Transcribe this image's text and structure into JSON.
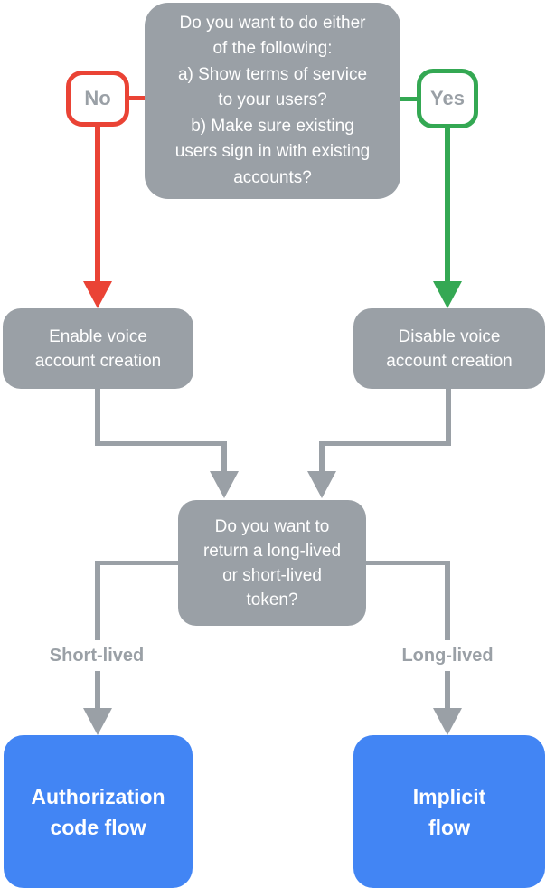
{
  "colors": {
    "node_gray": "#9AA0A6",
    "branch_no_red": "#EA4335",
    "branch_yes_green": "#34A853",
    "result_blue": "#4285F4",
    "text_on_node": "#FFFFFF",
    "badge_text_gray": "#9AA0A6",
    "background": "#FFFFFF"
  },
  "flowchart": {
    "top_question": {
      "lines": [
        "Do you want to do either",
        "of the following:",
        "a) Show terms of service",
        "to your users?",
        "b) Make sure existing",
        "users sign in with existing",
        "accounts?"
      ]
    },
    "no_badge": "No",
    "yes_badge": "Yes",
    "enable_box": {
      "lines": [
        "Enable voice",
        "account creation"
      ]
    },
    "disable_box": {
      "lines": [
        "Disable voice",
        "account creation"
      ]
    },
    "token_question": {
      "lines": [
        "Do you want to",
        "return a long-lived",
        "or short-lived",
        "token?"
      ]
    },
    "short_lived_label": "Short-lived",
    "long_lived_label": "Long-lived",
    "auth_code_box": {
      "lines": [
        "Authorization",
        "code flow"
      ]
    },
    "implicit_box": {
      "lines": [
        "Implicit",
        "flow"
      ]
    }
  }
}
